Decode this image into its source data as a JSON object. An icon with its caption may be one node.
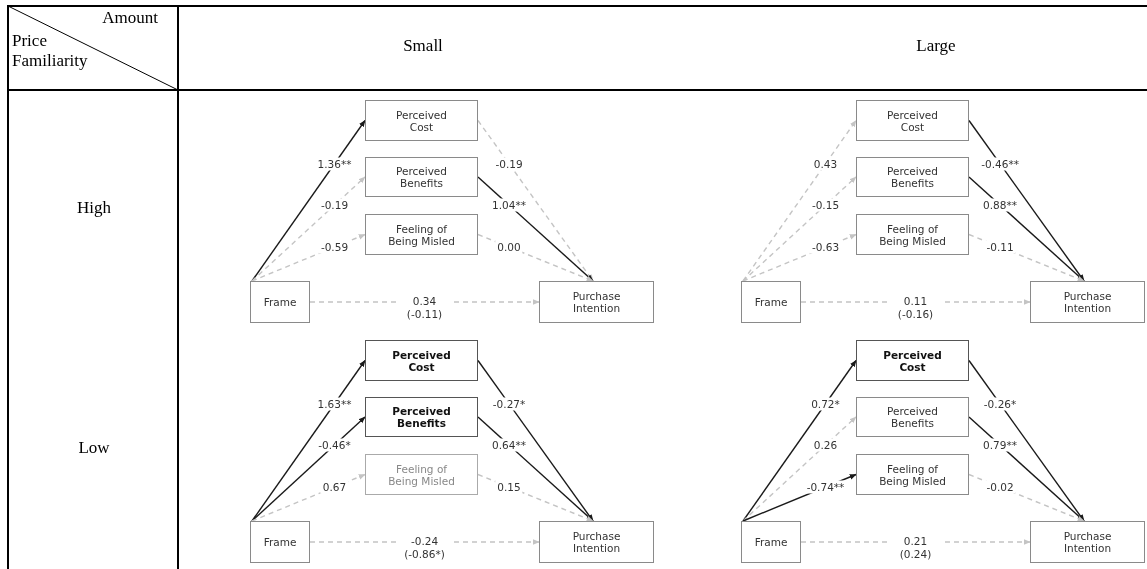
{
  "diagram": {
    "nodes": [
      {
        "text": [
          "Perceived Cost"
        ]
      },
      {
        "text": [
          "Perceived Benefits"
        ]
      },
      {
        "text": [
          "Feeling of Being Misled"
        ]
      },
      {
        "text": [
          "Frame"
        ]
      },
      {
        "text": [
          "Purchase Intention"
        ]
      },
      {
        "text": [
          "Perceived Cost"
        ]
      },
      {
        "text": [
          "Perceived Benefits"
        ]
      },
      {
        "text": [
          "Feeling of Being Misled"
        ]
      },
      {
        "text": [
          "Frame"
        ]
      },
      {
        "text": [
          "Purchase Intention"
        ]
      },
      {
        "text": [
          "Perceived Cost"
        ]
      },
      {
        "text": [
          "Perceived Benefits"
        ]
      },
      {
        "text": [
          "Feeling of Being Misled"
        ]
      },
      {
        "text": [
          "Frame"
        ]
      },
      {
        "text": [
          "Purchase Intention"
        ]
      },
      {
        "text": [
          "Perceived Cost"
        ]
      },
      {
        "text": [
          "Perceived Benefits"
        ]
      },
      {
        "text": [
          "Feeling of Being Misled"
        ]
      },
      {
        "text": [
          "Frame"
        ]
      },
      {
        "text": [
          "Purchase Intention"
        ]
      }
    ],
    "edges": [
      {
        "from": 3,
        "to": 0,
        "arrow": "to",
        "label": "1.36**",
        "color": "#1a1a1a"
      },
      {
        "from": 3,
        "to": 1,
        "arrow": "to",
        "label": "-0.19",
        "style": "dashed",
        "color": "#c4c4c4"
      },
      {
        "from": 3,
        "to": 2,
        "arrow": "to",
        "label": "-0.59",
        "style": "dashed",
        "color": "#c4c4c4"
      },
      {
        "from": 0,
        "to": 4,
        "arrow": "to",
        "label": "-0.19",
        "style": "dashed",
        "color": "#c4c4c4"
      },
      {
        "from": 1,
        "to": 4,
        "arrow": "to",
        "label": "1.04**",
        "color": "#1a1a1a"
      },
      {
        "from": 2,
        "to": 4,
        "arrow": "to",
        "label": "0.00",
        "style": "dashed",
        "color": "#c4c4c4"
      },
      {
        "from": 3,
        "to": 4,
        "arrow": "to",
        "label": "0.34 (-0.11)",
        "style": "dashed",
        "color": "#c4c4c4"
      },
      {
        "from": 8,
        "to": 5,
        "arrow": "to",
        "label": "0.43",
        "style": "dashed",
        "color": "#c4c4c4"
      },
      {
        "from": 8,
        "to": 6,
        "arrow": "to",
        "label": "-0.15",
        "style": "dashed",
        "color": "#c4c4c4"
      },
      {
        "from": 8,
        "to": 7,
        "arrow": "to",
        "label": "-0.63",
        "style": "dashed",
        "color": "#c4c4c4"
      },
      {
        "from": 5,
        "to": 9,
        "arrow": "to",
        "label": "-0.46**",
        "color": "#1a1a1a"
      },
      {
        "from": 6,
        "to": 9,
        "arrow": "to",
        "label": "0.88**",
        "color": "#1a1a1a"
      },
      {
        "from": 7,
        "to": 9,
        "arrow": "to",
        "label": "-0.11",
        "style": "dashed",
        "color": "#c4c4c4"
      },
      {
        "from": 8,
        "to": 9,
        "arrow": "to",
        "label": "0.11 (-0.16)",
        "style": "dashed",
        "color": "#c4c4c4"
      },
      {
        "from": 13,
        "to": 10,
        "arrow": "to",
        "label": "1.63**",
        "color": "#1a1a1a"
      },
      {
        "from": 13,
        "to": 11,
        "arrow": "to",
        "label": "-0.46*",
        "color": "#1a1a1a"
      },
      {
        "from": 13,
        "to": 12,
        "arrow": "to",
        "label": "0.67",
        "style": "dashed",
        "color": "#c4c4c4"
      },
      {
        "from": 10,
        "to": 14,
        "arrow": "to",
        "label": "-0.27*",
        "color": "#1a1a1a"
      },
      {
        "from": 11,
        "to": 14,
        "arrow": "to",
        "label": "0.64**",
        "color": "#1a1a1a"
      },
      {
        "from": 12,
        "to": 14,
        "arrow": "to",
        "label": "0.15",
        "style": "dashed",
        "color": "#c4c4c4"
      },
      {
        "from": 13,
        "to": 14,
        "arrow": "to",
        "label": "-0.24 (-0.86*)",
        "style": "dashed",
        "color": "#c4c4c4"
      },
      {
        "from": 18,
        "to": 15,
        "arrow": "to",
        "label": "0.72*",
        "color": "#1a1a1a"
      },
      {
        "from": 18,
        "to": 16,
        "arrow": "to",
        "label": "0.26",
        "style": "dashed",
        "color": "#c4c4c4"
      },
      {
        "from": 18,
        "to": 17,
        "arrow": "to",
        "label": "-0.74**",
        "color": "#1a1a1a"
      },
      {
        "from": 15,
        "to": 19,
        "arrow": "to",
        "label": "-0.26*",
        "color": "#1a1a1a"
      },
      {
        "from": 16,
        "to": 19,
        "arrow": "to",
        "label": "0.79**",
        "color": "#1a1a1a"
      },
      {
        "from": 17,
        "to": 19,
        "arrow": "to",
        "label": "-0.02",
        "style": "dashed",
        "color": "#c4c4c4"
      },
      {
        "from": 18,
        "to": 19,
        "arrow": "to",
        "label": "0.21 (0.24)",
        "style": "dashed",
        "color": "#c4c4c4"
      }
    ],
    "labels": [
      "Amount",
      "Price Familiarity",
      "Small",
      "Large",
      "High",
      "Low"
    ]
  }
}
